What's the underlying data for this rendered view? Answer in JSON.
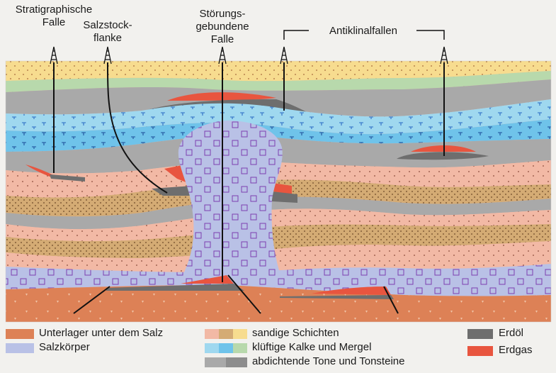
{
  "labels": {
    "strat_line1": "Stratigraphische",
    "strat_line2": "Falle",
    "salz_line1": "Salzstock-",
    "salz_line2": "flanke",
    "stoer_line1": "Störungs-",
    "stoer_line2": "gebundene",
    "stoer_line3": "Falle",
    "anti": "Antiklinalfallen"
  },
  "legend": {
    "unterlager": "Unterlager unter dem Salz",
    "salzkoerper": "Salzkörper",
    "sandig": "sandige Schichten",
    "kalke": "klüftige Kalke und Mergel",
    "tone": "abdichtende Tone und Tonsteine",
    "erdoel": "Erdöl",
    "erdgas": "Erdgas"
  },
  "colors": {
    "sand_yellow": "#f7dc8f",
    "sand_pink": "#f2b9a5",
    "sand_brown": "#d4ab74",
    "limestone_blue": "#9fd8ef",
    "marl_green": "#b8d9ac",
    "clay_gray": "#a9a9a9",
    "salt": "#b9c1e6",
    "basement": "#dd8156",
    "oil": "#6e6e6e",
    "gas": "#e8553f"
  }
}
